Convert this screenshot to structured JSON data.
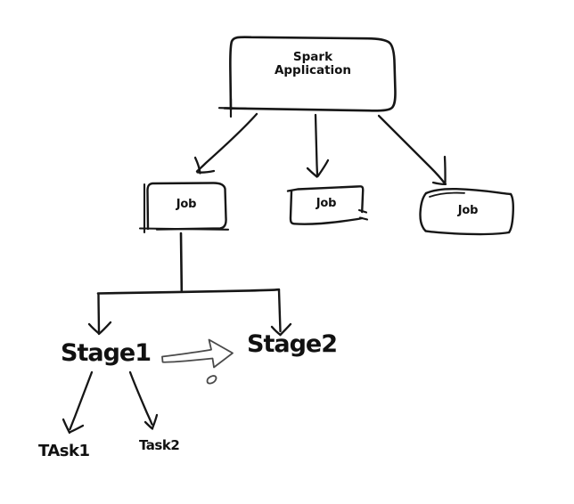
{
  "diagram": {
    "title": "Spark Application execution hierarchy",
    "style": "hand-drawn sketch",
    "background_color": "#ffffff",
    "ink_color": "#111111",
    "nodes": {
      "application": {
        "label_line1": "Spark",
        "label_line2": "Application",
        "shape": "rounded-rectangle"
      },
      "jobs": [
        {
          "label": "Job",
          "shape": "rounded-rectangle"
        },
        {
          "label": "Job",
          "shape": "skewed-quadrilateral"
        },
        {
          "label": "Job",
          "shape": "wavy-rectangle"
        }
      ],
      "stages": [
        {
          "label": "Stage1"
        },
        {
          "label": "Stage2"
        }
      ],
      "tasks": [
        {
          "label": "TAsk1"
        },
        {
          "label": "Task2"
        }
      ]
    },
    "connectors": {
      "app_to_jobs": "three arrows fanning down from application box",
      "job_to_stages": "vertical line down to horizontal bar branching to Stage1 and Stage2",
      "stage1_to_tasks": "two diagonal arrows down to TAsk1 and Task2",
      "stage1_to_stage2": "large hollow block arrow pointing right"
    }
  }
}
